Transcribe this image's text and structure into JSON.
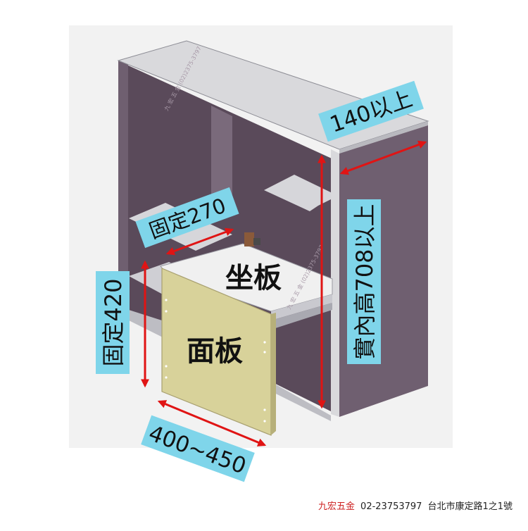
{
  "labels": {
    "width_140": "140以上",
    "fixed_270": "固定270",
    "fixed_420": "固定420",
    "depth_400_450": "400~450",
    "inner_height_708": "實內高708以上",
    "seat_board": "坐板",
    "face_panel": "面板"
  },
  "watermarks": [
    "九 宏 五 金 (02)2375-3797",
    "九 宏 五 金 (02)2375-3797"
  ],
  "footer": {
    "brand": "九宏五金",
    "phone": "02-23753797",
    "address": "台北市康定路1之1號"
  },
  "colors": {
    "background": "#f2f2f2",
    "cabinet": "#5a4a5a",
    "cabinet_panel": "#6f5f70",
    "cabinet_edge": "#d9d9dc",
    "face_panel": "#d8d29a",
    "arrow": "#e01414",
    "label_box": "#7fd5ea",
    "brand": "#cc1f1f"
  }
}
